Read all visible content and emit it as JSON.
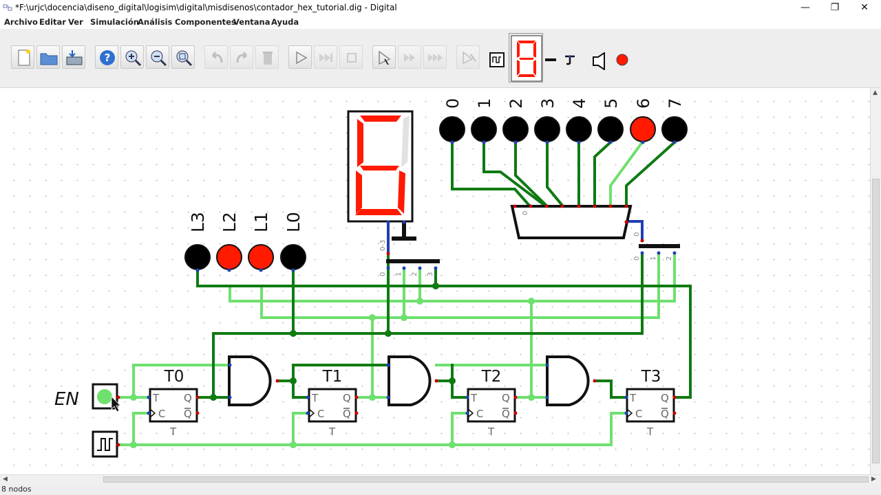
{
  "window": {
    "title": "*F:\\urjc\\docencia\\diseno_digital\\logisim\\digital\\misdisenos\\contador_hex_tutorial.dig - Digital",
    "minimize": "—",
    "restore": "❐",
    "close": "✕"
  },
  "menu": [
    "Archivo",
    "Editar",
    "Ver",
    "Simulación",
    "Análisis",
    "Componentes",
    "Ventana",
    "Ayuda"
  ],
  "toolbar": {
    "buttons": [
      "new-file",
      "open-folder",
      "save",
      "help",
      "zoom-in",
      "zoom-out",
      "zoom-fit",
      "undo",
      "redo",
      "delete",
      "run",
      "fast-forward",
      "stop",
      "step-cursor",
      "step",
      "step-fast",
      "analyze",
      "clock",
      "seven-segment",
      "wire",
      "tunnel",
      "speaker",
      "led"
    ]
  },
  "circuit": {
    "input_label": "EN",
    "flipflops": [
      {
        "name": "T0",
        "t": "T",
        "c": "C",
        "q": "Q",
        "nq": "Q",
        "bottom": "T"
      },
      {
        "name": "T1",
        "t": "T",
        "c": "C",
        "q": "Q",
        "nq": "Q",
        "bottom": "T"
      },
      {
        "name": "T2",
        "t": "T",
        "c": "C",
        "q": "Q",
        "nq": "Q",
        "bottom": "T"
      },
      {
        "name": "T3",
        "t": "T",
        "c": "C",
        "q": "Q",
        "nq": "Q",
        "bottom": "T"
      }
    ],
    "leds_left": {
      "labels": [
        "L3",
        "L2",
        "L1",
        "L0"
      ],
      "on": [
        false,
        true,
        true,
        false
      ],
      "on_color": "#ff1a00"
    },
    "leds_top": {
      "labels": [
        "0",
        "1",
        "2",
        "3",
        "4",
        "5",
        "6",
        "7"
      ],
      "on": [
        false,
        false,
        false,
        false,
        false,
        false,
        true,
        false
      ]
    },
    "display_digit": "6",
    "splitter_labels": {
      "in_range": "0-3",
      "bits": [
        "0",
        "1",
        "2",
        "3"
      ],
      "dec_sel": "0",
      "dec_out": "0",
      "mux_bits": [
        "0",
        "1",
        "2"
      ]
    },
    "colors": {
      "wire_high": "#6ee06e",
      "wire_low": "#0f7a12",
      "bus": "#1f3fb5",
      "led_on": "#ff1a00",
      "led_off": "#000000"
    }
  },
  "status": {
    "text": "8 nodos"
  }
}
